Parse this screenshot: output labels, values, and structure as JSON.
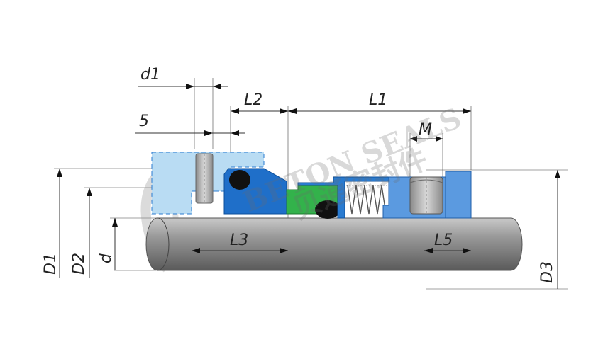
{
  "labels": {
    "d1": "d1",
    "five": "5",
    "l2": "L2",
    "l1": "L1",
    "m": "M",
    "l3": "L3",
    "l5": "L5",
    "big_d1": "D1",
    "big_d2": "D2",
    "small_d": "d",
    "big_d3": "D3"
  },
  "watermark": {
    "text": "BETON SEALS",
    "logo_text": "贝通密封件"
  },
  "colors": {
    "shaft": "#8e8e8e",
    "light_blue": "#b9dcf3",
    "blue": "#1f6fc9",
    "mid_blue": "#5b9ae0",
    "green": "#33b24b",
    "pin": "#a9a9a9",
    "black": "#111111"
  }
}
